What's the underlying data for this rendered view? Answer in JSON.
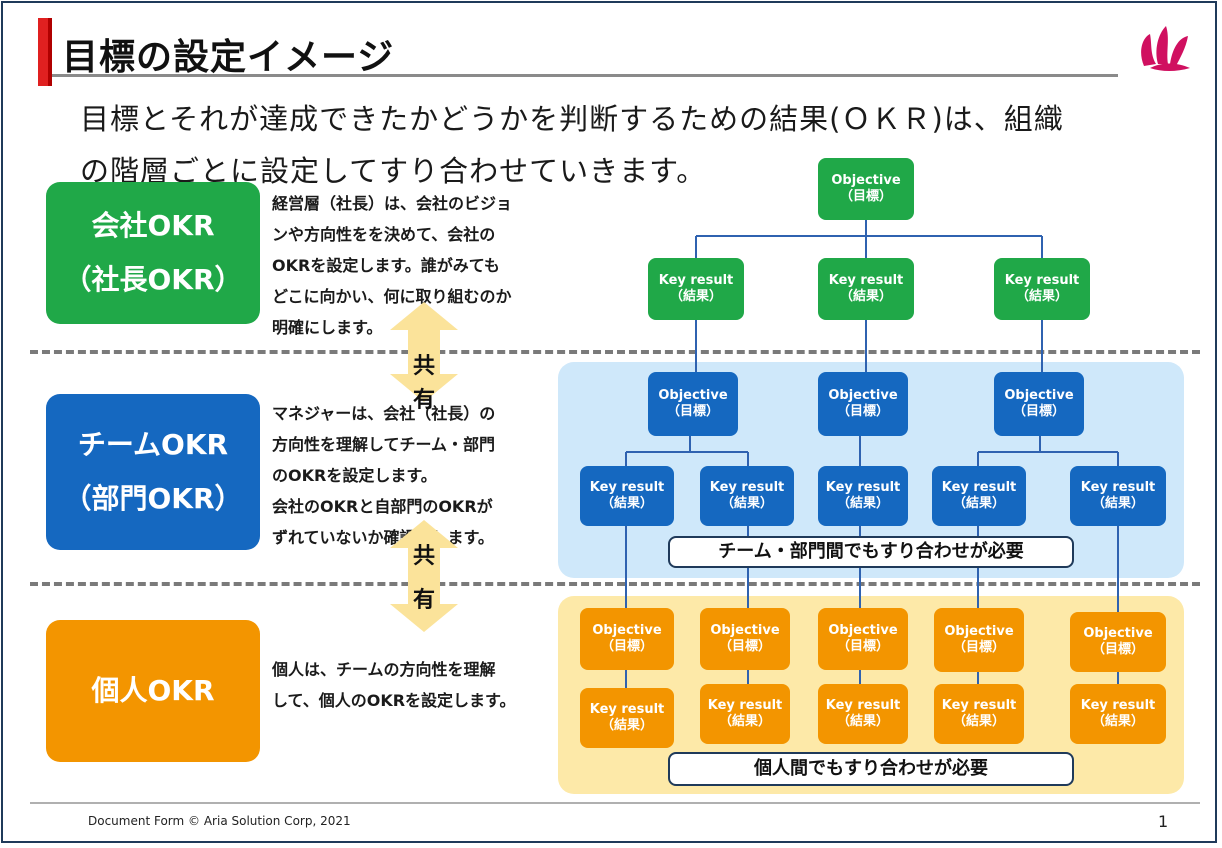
{
  "header": {
    "title": "目標の設定イメージ"
  },
  "intro": {
    "line1": "目標とそれが達成できたかどうかを判断するための結果(ＯＫＲ)は、組織",
    "line2": "の階層ごとに設定してすり合わせていきます。"
  },
  "tiers": {
    "company": {
      "line1": "会社OKR",
      "line2": "（社長OKR）",
      "desc": [
        "経営層（社長）は、会社のビジョ",
        "ンや方向性をを決めて、会社の",
        "OKRを設定します。誰がみても",
        "どこに向かい、何に取り組むのか",
        "明確にします。"
      ]
    },
    "team": {
      "line1": "チームOKR",
      "line2": "（部門OKR）",
      "desc": [
        "マネジャーは、会社（社長）の",
        "方向性を理解してチーム・部門",
        "のOKRを設定します。",
        "会社のOKRと自部門のOKRが",
        "ずれていないか確認をします。"
      ]
    },
    "person": {
      "line1": "個人OKR",
      "desc": [
        "個人は、チームの方向性を理解",
        "して、個人のOKRを設定します。"
      ]
    }
  },
  "share": {
    "c1": "共",
    "c2": "有"
  },
  "nodes": {
    "objective": "Objective",
    "objective_sub": "（目標）",
    "key_result": "Key result",
    "key_result_sub": "（結果）"
  },
  "pills": {
    "team": "チーム・部門間でもすり合わせが必要",
    "person": "個人間でもすり合わせが必要"
  },
  "footer": {
    "copyright": "Document Form © Aria Solution Corp, 2021",
    "page": "1"
  },
  "colors": {
    "company": "#20a848",
    "team": "#1568c0",
    "person": "#f39500",
    "team_panel": "#cfe8fa",
    "person_panel": "#fde9a8",
    "accent": "#e02020"
  }
}
